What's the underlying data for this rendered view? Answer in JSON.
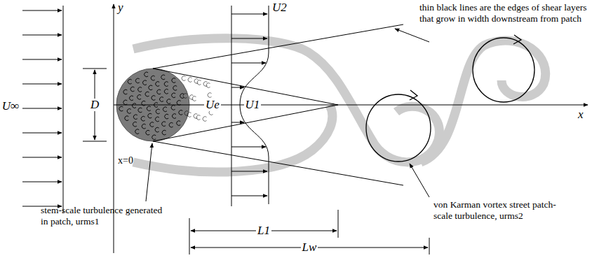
{
  "diagram": {
    "labels": [
      "thin black lines are the edges of shear layers that grow in width downstream from patch",
      "U2",
      "y",
      "U∞",
      "D",
      "Ue",
      "U1",
      "x",
      "x=0",
      "stem-scale turbulence generated in patch, urms1",
      "L1",
      "Lw",
      "von Karman vortex street patch-scale turbulence, urms2"
    ]
  }
}
